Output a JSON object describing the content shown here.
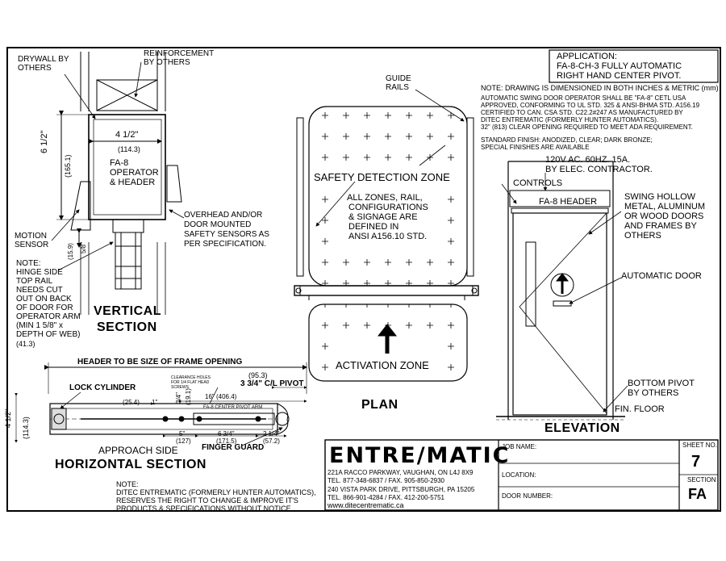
{
  "application": {
    "label": "APPLICATION:",
    "line1": "FA-8-CH-3 FULLY AUTOMATIC",
    "line2": "RIGHT HAND CENTER PIVOT."
  },
  "notes_right": {
    "dimension_note": "NOTE: DRAWING IS DIMENSIONED IN BOTH INCHES & METRIC (mm)",
    "spec_lines": [
      "AUTOMATIC SWING DOOR OPERATOR SHALL BE \"FA-8\" CETL USA",
      "APPROVED, CONFORMING TO UL STD. 325 & ANSI-BHMA STD. A156.19",
      "CERTIFIED TO CAN. CSA STD. C22.2#247 AS MANUFACTURED BY",
      "DITEC ENTREMATIC (FORMERLY HUNTER AUTOMATICS).",
      "32\" (813) CLEAR OPENING REQUIRED TO MEET ADA REQUIREMENT."
    ],
    "finish_lines": [
      "STANDARD FINISH:  ANODIZED,  CLEAR; DARK BRONZE;",
      "SPECIAL FINISHES ARE AVAILABLE"
    ]
  },
  "vertical_section": {
    "drywall": [
      "DRYWALL BY",
      "OTHERS"
    ],
    "reinforcement": [
      "REINFORCEMENT",
      "BY OTHERS"
    ],
    "width_in": "4 1/2\"",
    "width_mm": "(114.3)",
    "height_in": "6 1/2\"",
    "height_mm": "(165.1)",
    "operator": [
      "FA-8",
      "OPERATOR",
      "& HEADER"
    ],
    "overhead": [
      "OVERHEAD AND/OR",
      "DOOR MOUNTED",
      "SAFETY SENSORS AS",
      "PER SPECIFICATION."
    ],
    "motion": [
      "MOTION",
      "SENSOR"
    ],
    "dim_small_mm": "(15.9)",
    "dim_small_in": "5/8\"",
    "hinge_note": [
      "NOTE:",
      "HINGE SIDE",
      "TOP RAIL",
      "NEEDS CUT",
      "OUT ON BACK",
      "OF DOOR FOR",
      "OPERATOR ARM",
      "(MIN 1 5/8\" x",
      "DEPTH OF WEB)",
      "(41.3)"
    ],
    "title": [
      "VERTICAL",
      "SECTION"
    ]
  },
  "plan": {
    "guide_rails": [
      "GUIDE",
      "RAILS"
    ],
    "safety_zone": "SAFETY DETECTION ZONE",
    "zones_note": [
      "ALL ZONES, RAIL,",
      "CONFIGURATIONS",
      "& SIGNAGE ARE",
      "DEFINED IN",
      "ANSI A156.10 STD."
    ],
    "activation_zone": "ACTIVATION ZONE",
    "title": "PLAN"
  },
  "elevation": {
    "power": [
      "120V AC. 60HZ. 15A.",
      "BY ELEC. CONTRACTOR."
    ],
    "controls": "CONTROLS",
    "header": "FA-8 HEADER",
    "doors": [
      "SWING HOLLOW",
      "METAL, ALUMINUM",
      "OR WOOD DOORS",
      "AND FRAMES BY",
      "OTHERS"
    ],
    "auto_door": "AUTOMATIC DOOR",
    "pivot": [
      "BOTTOM PIVOT",
      "BY OTHERS"
    ],
    "floor": "FIN. FLOOR",
    "title": "ELEVATION"
  },
  "horizontal_section": {
    "header_note": "HEADER TO BE SIZE OF FRAME OPENING",
    "lock": "LOCK CYLINDER",
    "dim_953": "(95.3)",
    "cl_pivot": "3 3/4\"  C/L PIVOT",
    "dim_254": "(25.4)",
    "dim_1in": "1\"",
    "dim_16": "16\"  (406.4)",
    "center_arm": "FA-8 CENTER PIVOT ARM",
    "clearance": [
      "CLEARANCE HOLES",
      "FOR 1/4 FLAT HEAD",
      "SCREWS"
    ],
    "dim_34": "3/4\"",
    "dim_191": "(19.1)",
    "dim_5": "5\"",
    "dim_634": "6 3/4\"",
    "dim_214": "2 1/4\"",
    "dim_127": "(127)",
    "dim_1715": "(171.5)",
    "dim_572": "(57.2)",
    "side_in": "4 1/2\"",
    "side_mm": "(114.3)",
    "approach": "APPROACH SIDE",
    "finger": "FINGER GUARD",
    "title": "HORIZONTAL SECTION"
  },
  "bottom_note": [
    "NOTE:",
    "DITEC ENTREMATIC (FORMERLY HUNTER AUTOMATICS),",
    "RESERVES THE RIGHT  TO CHANGE & IMPROVE IT'S",
    "PRODUCTS & SPECIFICATIONS WITHOUT NOTICE."
  ],
  "title_block": {
    "logo": "ENTRE/MATIC",
    "address_lines": [
      "221A RACCO PARKWAY, VAUGHAN, ON L4J 8X9",
      "TEL. 877-348-6837 / FAX. 905-850-2930",
      "240 VISTA PARK DRIVE, PITTSBURGH, PA 15205",
      "TEL. 866-901-4284 / FAX. 412-200-5751",
      "www.ditecentrematic.ca"
    ],
    "job_name": "JOB NAME:",
    "location": "LOCATION:",
    "door_number": "DOOR NUMBER:",
    "sheet_label": "SHEET NO.",
    "sheet_no": "7",
    "section_label": "SECTION",
    "section": "FA"
  }
}
